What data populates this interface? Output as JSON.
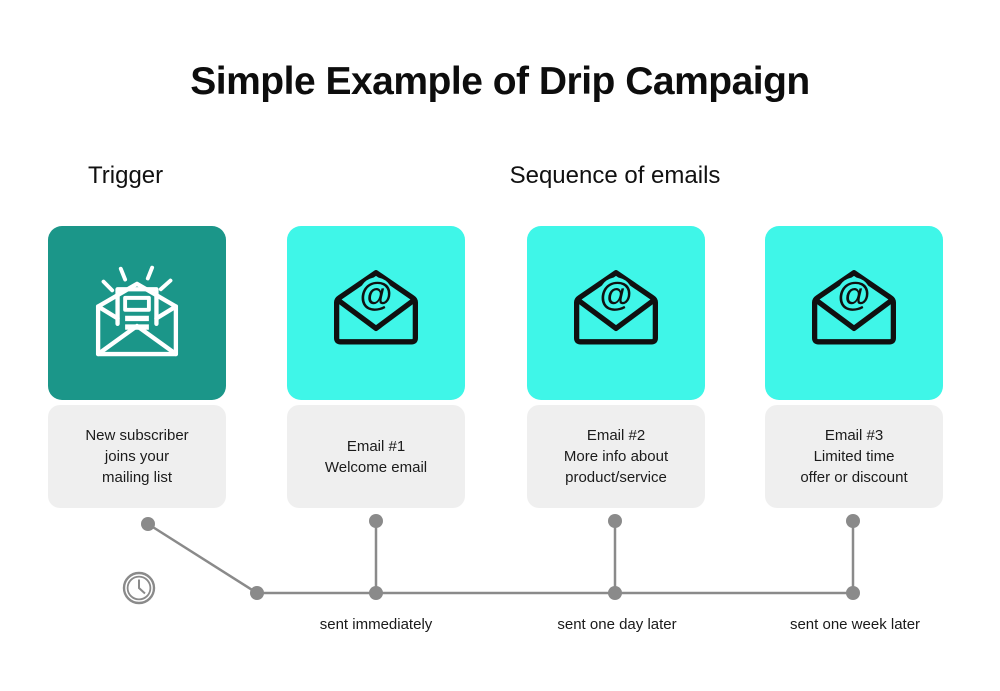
{
  "title": "Simple Example of Drip Campaign",
  "sections": {
    "trigger_label": "Trigger",
    "sequence_label": "Sequence of emails"
  },
  "cards": [
    {
      "role": "trigger",
      "icon": "open-envelope-subscribe-icon",
      "bg": "teal",
      "text": "New subscriber\njoins your\nmailing list"
    },
    {
      "role": "email-1",
      "icon": "envelope-at-icon",
      "bg": "cyan",
      "text": "Email #1\nWelcome email"
    },
    {
      "role": "email-2",
      "icon": "envelope-at-icon",
      "bg": "cyan",
      "text": "Email #2\nMore info about\nproduct/service"
    },
    {
      "role": "email-3",
      "icon": "envelope-at-icon",
      "bg": "cyan",
      "text": "Email #3\nLimited time\noffer or discount"
    }
  ],
  "timeline": {
    "labels": [
      "sent immediately",
      "sent one day later",
      "sent one week later"
    ],
    "clock_icon": "clock-icon"
  },
  "icons": {
    "at_glyph": "@"
  },
  "colors": {
    "teal": "#1b9689",
    "cyan": "#3ff6e8",
    "card_gray": "#efefef",
    "line_gray": "#8a8a8a",
    "text_dark": "#1a1a1a"
  }
}
